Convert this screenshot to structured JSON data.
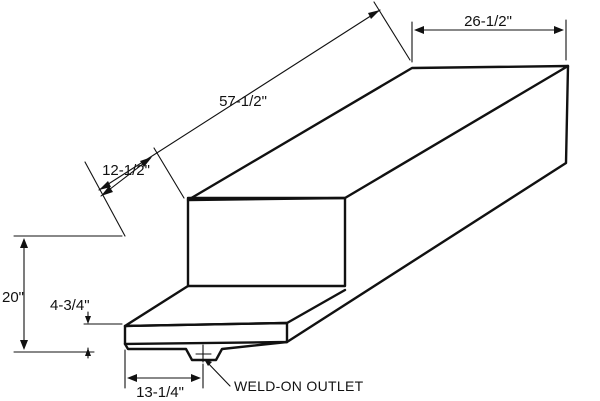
{
  "diagram": {
    "dimensions": {
      "length": "57-1/2\"",
      "top_width": "26-1/2\"",
      "step_depth": "12-1/2\"",
      "height": "20\"",
      "step_height": "4-3/4\"",
      "outlet_offset": "13-1/4\""
    },
    "callouts": {
      "outlet": "WELD-ON OUTLET"
    },
    "colors": {
      "line": "#111111",
      "background": "#ffffff"
    }
  }
}
